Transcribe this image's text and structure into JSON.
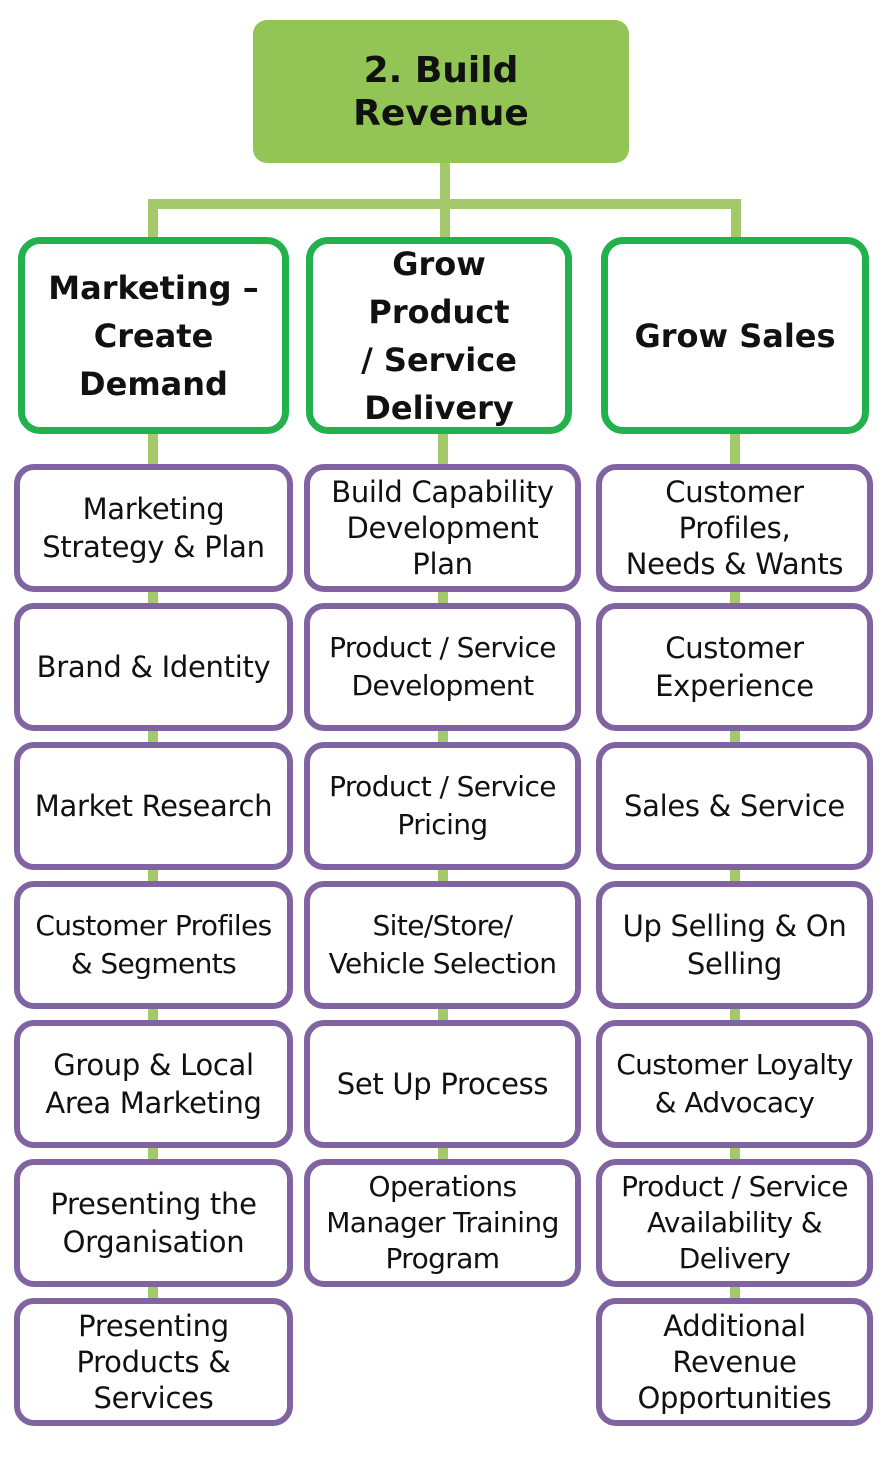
{
  "root": {
    "label": "2. Build\nRevenue",
    "color": "#92c556"
  },
  "colors": {
    "connector": "#a4c96a",
    "head_border": "#22b14c",
    "item_border": "#8064a2"
  },
  "columns": [
    {
      "header": "Marketing –\nCreate\nDemand",
      "items": [
        "Marketing\nStrategy & Plan",
        "Brand & Identity",
        "Market Research",
        "Customer Profiles\n& Segments",
        "Group & Local\nArea Marketing",
        "Presenting the\nOrganisation",
        "Presenting\nProducts &\nServices"
      ]
    },
    {
      "header": "Grow Product\n/ Service\nDelivery",
      "items": [
        "Build Capability\nDevelopment\nPlan",
        "Product / Service\nDevelopment",
        "Product / Service\nPricing",
        "Site/Store/\nVehicle Selection",
        "Set Up Process",
        "Operations\nManager Training\nProgram"
      ]
    },
    {
      "header": "Grow Sales",
      "items": [
        "Customer\nProfiles,\nNeeds & Wants",
        "Customer\nExperience",
        "Sales & Service",
        "Up Selling & On\nSelling",
        "Customer Loyalty\n& Advocacy",
        "Product / Service\nAvailability &\nDelivery",
        "Additional\nRevenue\nOpportunities"
      ]
    }
  ]
}
